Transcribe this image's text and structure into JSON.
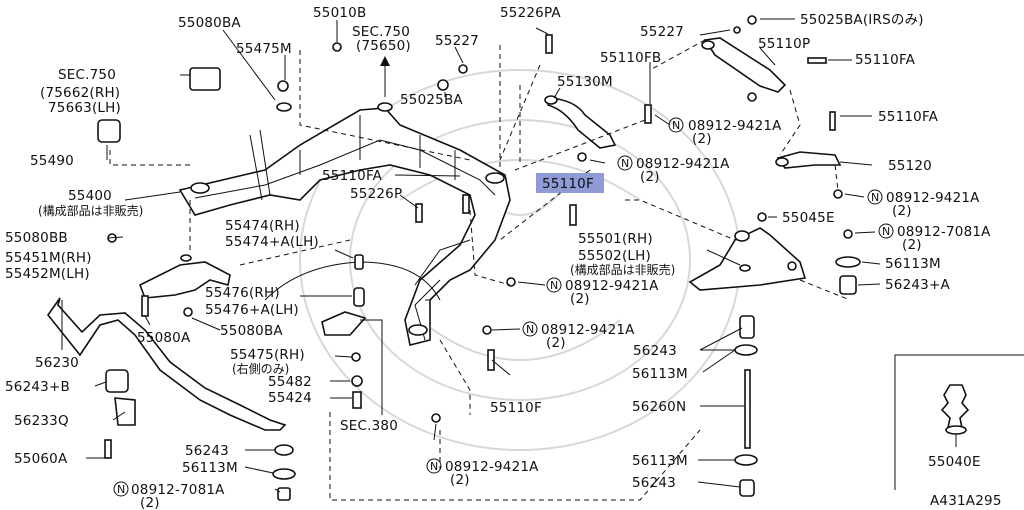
{
  "labels": {
    "l55080BA": "55080BA",
    "l55010B": "55010B",
    "l55226PA": "55226PA",
    "lSEC750top": "SEC.750",
    "l75650": "(75650)",
    "l55227a": "55227",
    "l55475M": "55475M",
    "lSEC750": "SEC.750",
    "l75662": "(75662(RH)",
    "l75663": "75663(LH)",
    "l55025BA": "55025BA",
    "l55130M": "55130M",
    "l55490": "55490",
    "l55400": "55400",
    "l55400note": "(構成部品は非販売)",
    "l55110FA_c": "55110FA",
    "l55226P": "55226P",
    "l55474": "55474(RH)",
    "l55474A": "55474+A(LH)",
    "l55080BB": "55080BB",
    "l55451M": "55451M(RH)",
    "l55452M": "55452M(LH)",
    "l55476": "55476(RH)",
    "l55476A": "55476+A(LH)",
    "l55080BA_b": "55080BA",
    "l55080A": "55080A",
    "l56230": "56230",
    "l55475": "55475(RH)",
    "l55475note": "(右側のみ)",
    "l55482": "55482",
    "l55424": "55424",
    "l56243B": "56243+B",
    "l56233Q": "56233Q",
    "l55060A": "55060A",
    "lSEC380": "SEC.380",
    "l56243_a": "56243",
    "l56113M_a": "56113M",
    "l08912_7081A_a": "08912-7081A",
    "l08912_7081A_a2": "(2)",
    "l55110F_hl": "55110F",
    "l55110F": "55110F",
    "l55501": "55501(RH)",
    "l55502": "55502(LH)",
    "l55501note": "(構成部品は非販売)",
    "l08912_9421A_c": "08912-9421A",
    "l08912_9421A_c2": "(2)",
    "l08912_9421A_d": "08912-9421A",
    "l08912_9421A_d2": "(2)",
    "l08912_9421A_e": "08912-9421A",
    "l08912_9421A_e2": "(2)",
    "l55227b": "55227",
    "l55025BA_irs": "55025BA(IRSのみ)",
    "l55110FB": "55110FB",
    "l55110P": "55110P",
    "l55110FA_r1": "55110FA",
    "l08912_9421A_a": "08912-9421A",
    "l08912_9421A_a2": "(2)",
    "l08912_9421A_b": "08912-9421A",
    "l08912_9421A_b2": "(2)",
    "l55110FA_r2": "55110FA",
    "l55120": "55120",
    "l08912_9421A_f": "08912-9421A",
    "l08912_9421A_f2": "(2)",
    "l55045E": "55045E",
    "l08912_7081A_b": "08912-7081A",
    "l08912_7081A_b2": "(2)",
    "l56113M_b": "56113M",
    "l56243A": "56243+A",
    "l56243_b": "56243",
    "l56113M_c": "56113M",
    "l56260N": "56260N",
    "l56113M_d": "56113M",
    "l56243_c": "56243",
    "l55040E": "55040E",
    "lA431A295": "A431A295"
  },
  "n_marker": "N",
  "highlight_color": "#8e9bd6"
}
